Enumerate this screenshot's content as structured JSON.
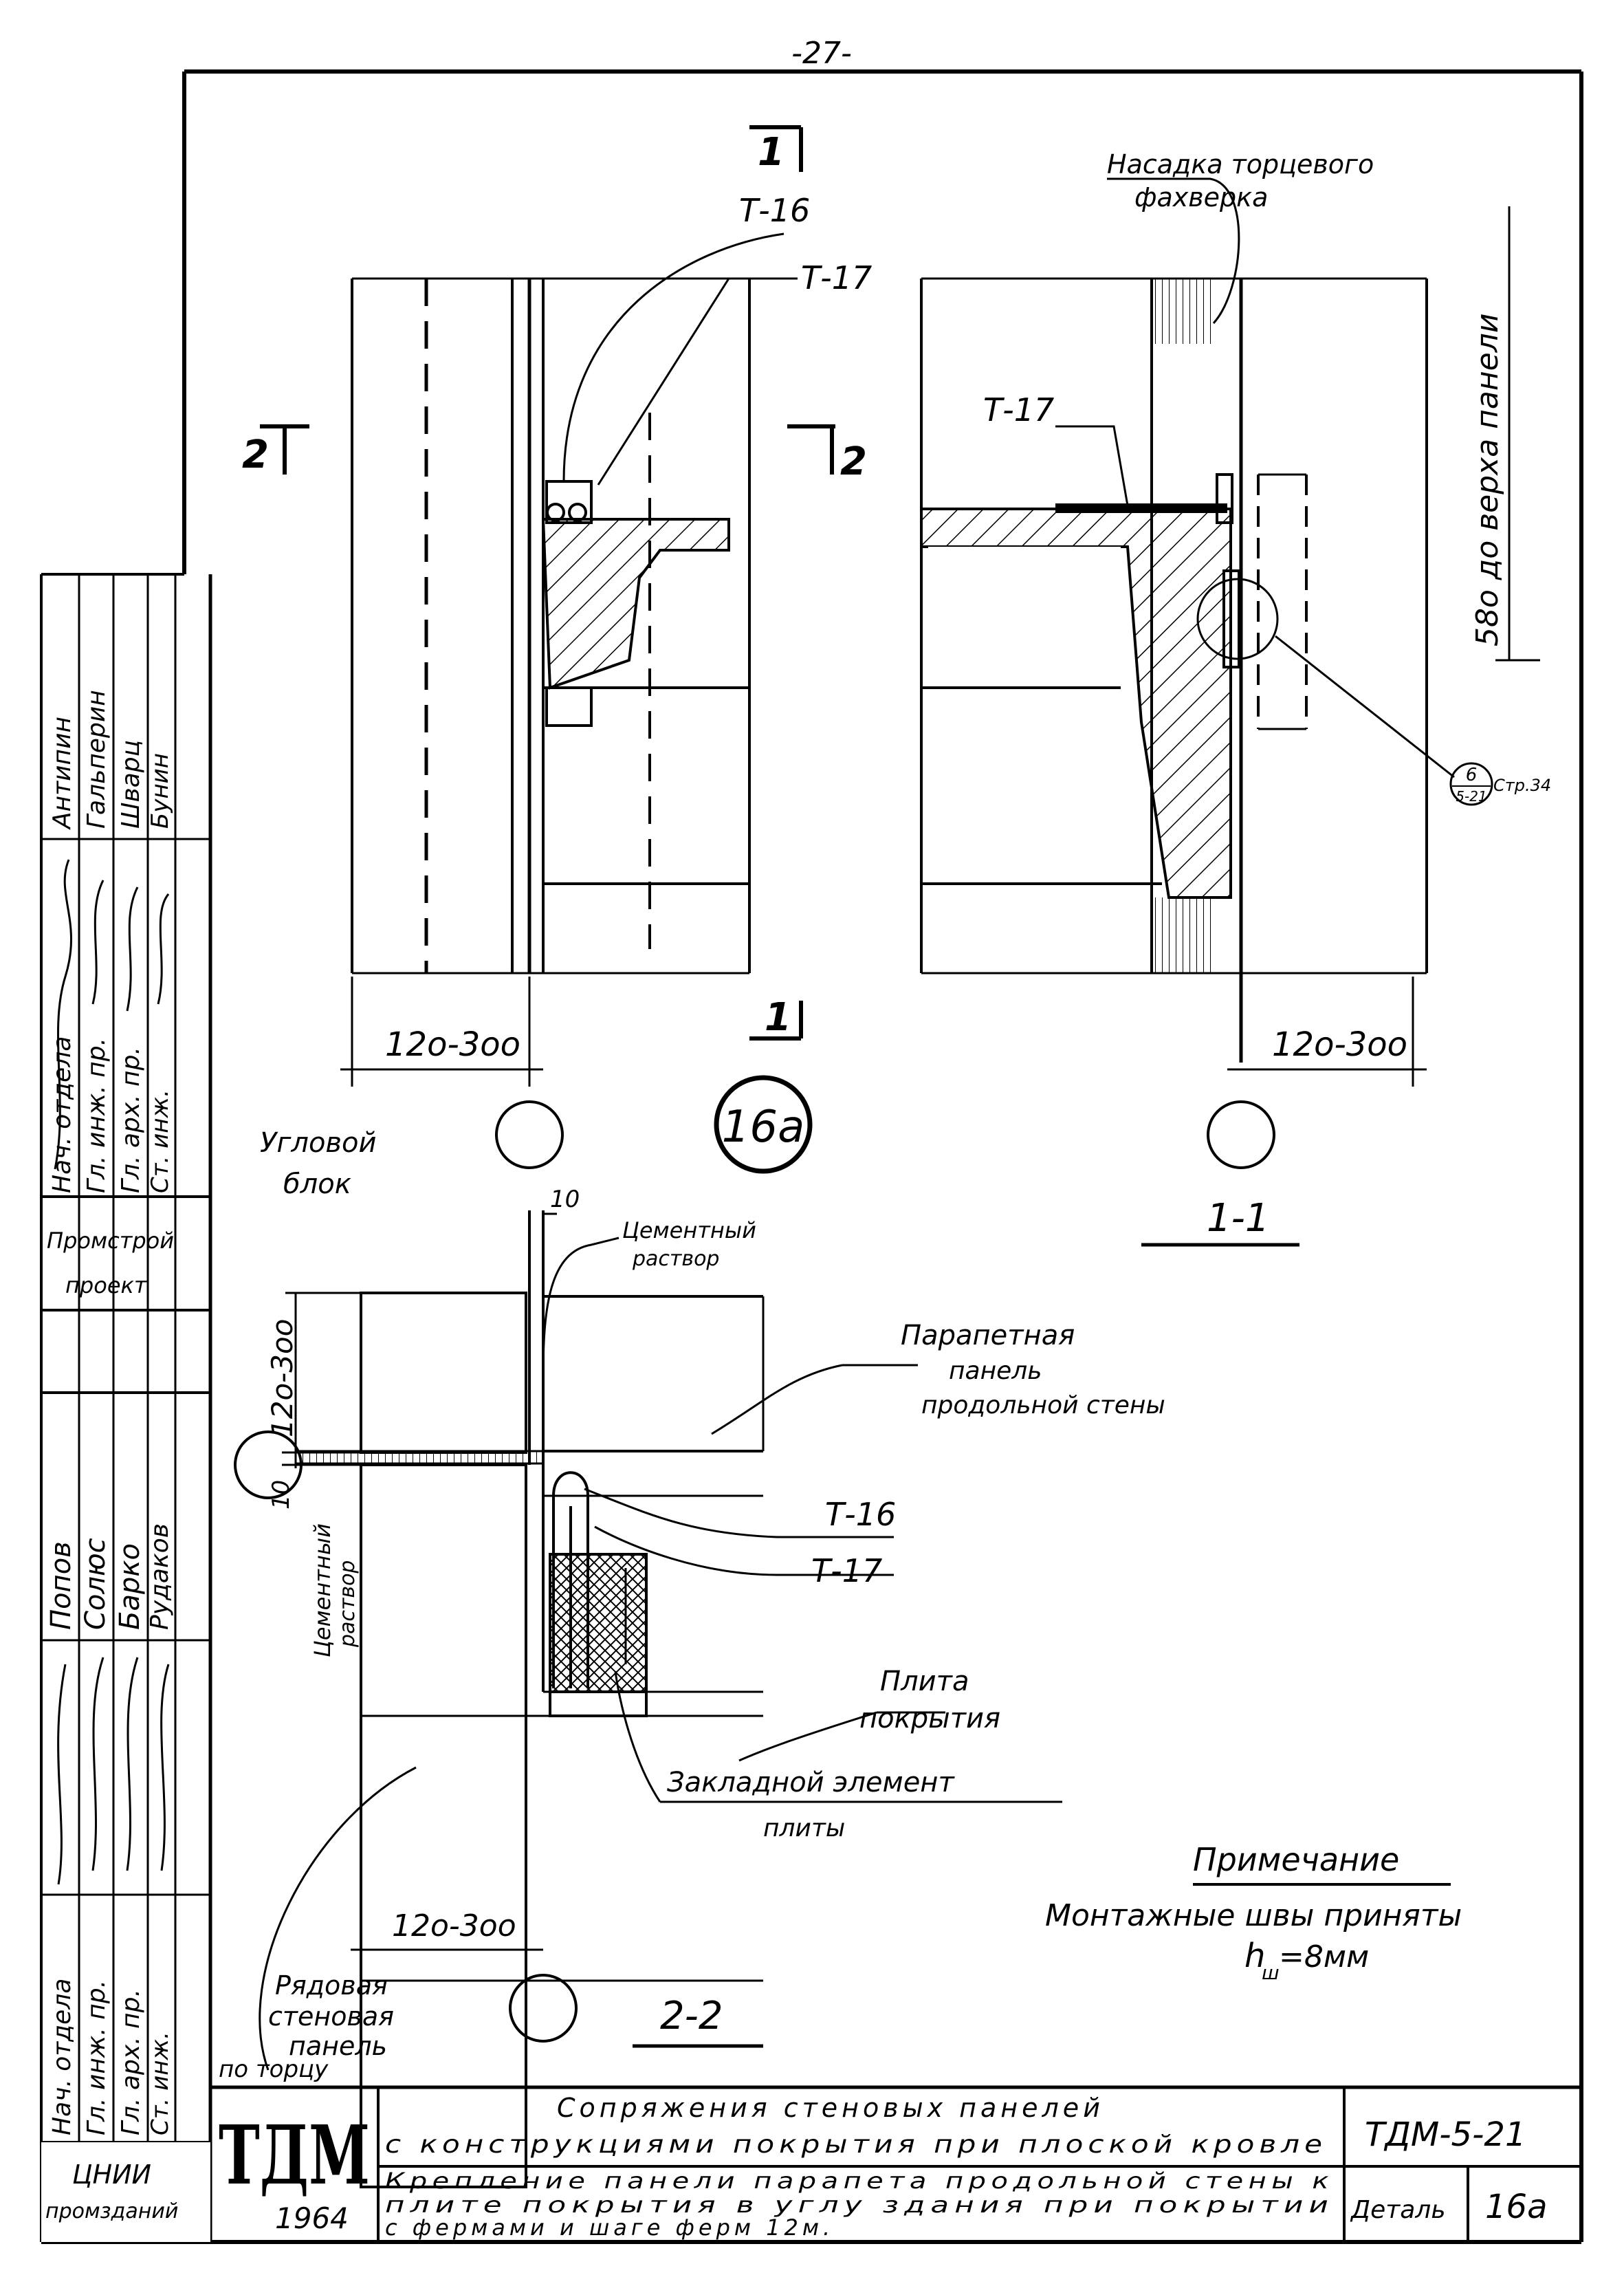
{
  "page_number": "-27-",
  "detail_mark": "16a",
  "section_11": {
    "cut_top": "1",
    "cut_bottom": "1",
    "cut_left": "2",
    "cut_right": "2",
    "label_t16": "Т-16",
    "label_t17_left": "Т-17",
    "label_t17_right": "Т-17",
    "dim_left": "12о-3оо",
    "dim_right": "12о-3оо",
    "nasadka_line1": "Насадка торцевого",
    "nasadka_line2": "фахверка",
    "height_dim": "58о до верха панели",
    "ref_num": "6",
    "ref_den": "5-21",
    "ref_sheet": "Стр.34",
    "caption": "1-1"
  },
  "section_22": {
    "corner_block_1": "Угловой",
    "corner_block_2": "блок",
    "dim_10_top": "10",
    "dim_10_left": "10",
    "cement_top_1": "Цементный",
    "cement_top_2": "раствор",
    "cement_left_1": "Цементный",
    "cement_left_2": "раствор",
    "parapet_1": "Парапетная",
    "parapet_2": "панель",
    "parapet_3": "продольной стены",
    "dim_vertical": "12о-3оо",
    "label_t16": "Т-16",
    "label_t17": "Т-17",
    "slab_1": "Плита",
    "slab_2": "покрытия",
    "embedded_1": "Закладной элемент",
    "embedded_2": "плиты",
    "dim_bottom": "12о-3оо",
    "row_panel_1": "Рядовая",
    "row_panel_2": "стеновая",
    "row_panel_3": "панель",
    "row_panel_4": "по торцу",
    "caption": "2-2"
  },
  "note": {
    "title": "Примечание",
    "text": "Монтажные швы приняты",
    "formula_h": "h",
    "formula_sub": "ш",
    "formula_rest": "=8мм"
  },
  "side_stamp": {
    "upper_roles": [
      "Нач. отдела",
      "Гл. инж. пр.",
      "Гл. арх. пр.",
      "Ст. инж."
    ],
    "upper_names": [
      "Антипин",
      "Гальперин",
      "Шварц",
      "Бунин"
    ],
    "org_1": "Промстрой",
    "org_2": "проект",
    "lower_names": [
      "Попов",
      "Солюс",
      "Барко",
      "Рудаков"
    ],
    "lower_roles": [
      "Нач. отдела",
      "Гл. инж. пр.",
      "Гл. арх. пр.",
      "Ст. инж."
    ],
    "org_bottom_1": "ЦНИИ",
    "org_bottom_2": "промзданий"
  },
  "title_block": {
    "logo": "ТДМ",
    "year": "1964",
    "title_1": "Сопряжения стеновых панелей",
    "title_2": "с конструкциями покрытия при плоской кровле",
    "desc_1": "Крепление панели парапета продольной стены к",
    "desc_2": "плите покрытия в углу здания при покрытии",
    "desc_3": "с фермами и шаге ферм 12м.",
    "code": "ТДМ-5-21",
    "detail_label": "Деталь",
    "detail_value": "16а"
  }
}
